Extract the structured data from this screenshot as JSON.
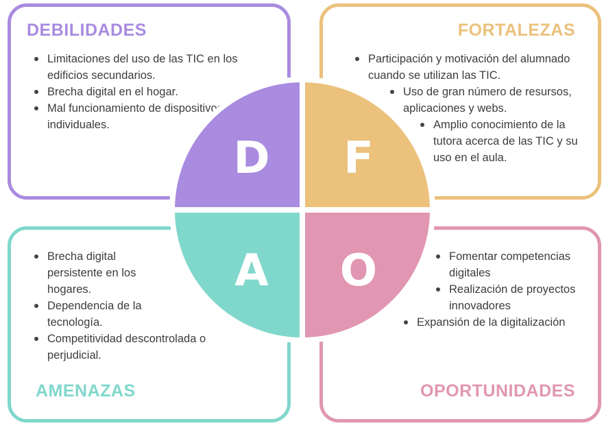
{
  "colors": {
    "debilidades": "#a98be0",
    "fortalezas": "#ebc17c",
    "amenazas": "#80d7cc",
    "oportunidades": "#e196b2"
  },
  "letters": {
    "d": "D",
    "f": "F",
    "a": "A",
    "o": "O"
  },
  "debilidades": {
    "title": "DEBILIDADES",
    "items": [
      "Limitaciones del uso de las TIC en los edificios secundarios.",
      "Brecha digital en el hogar.",
      "Mal funcionamiento de dispositivos individuales."
    ]
  },
  "fortalezas": {
    "title": "FORTALEZAS",
    "items": [
      "Participación y motivación del alumnado cuando se utilizan las TIC.",
      "Uso de gran número de resursos, aplicaciones y webs.",
      "Amplio conocimiento de la tutora acerca de las TIC y su uso en el aula."
    ]
  },
  "amenazas": {
    "title": "AMENAZAS",
    "items": [
      "Brecha digital persistente en los hogares.",
      "Dependencia de la tecnología.",
      "Competitividad descontrolada o perjudicial."
    ]
  },
  "oportunidades": {
    "title": "OPORTUNIDADES",
    "items": [
      "Fomentar competencias digitales",
      "Realización de proyectos innovadores",
      "Expansión de la digitalización"
    ]
  }
}
